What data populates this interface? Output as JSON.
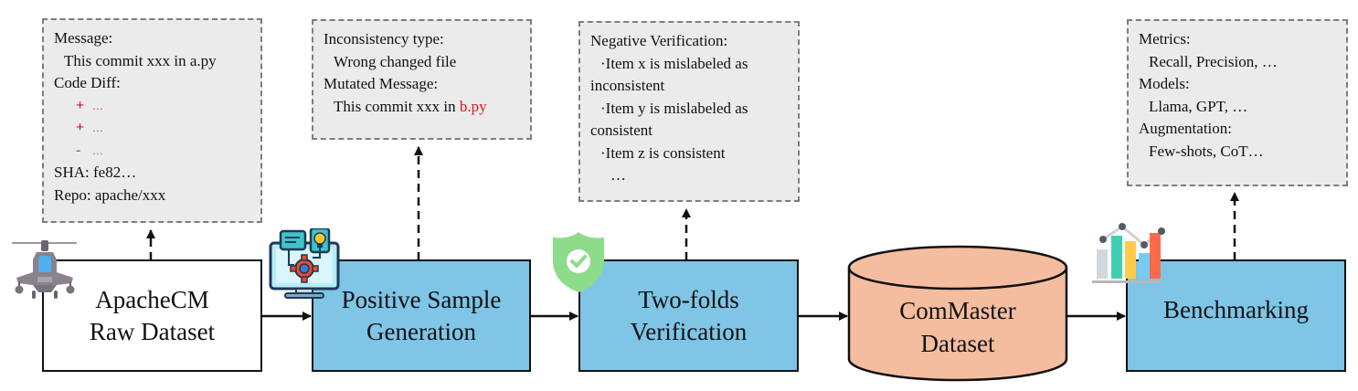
{
  "stages": [
    {
      "id": "raw",
      "lines": [
        "ApacheCM",
        "Raw Dataset"
      ],
      "icon": "helicopter-icon"
    },
    {
      "id": "positive",
      "lines": [
        "Positive Sample",
        "Generation"
      ],
      "icon": "computer-gear-idea-icon"
    },
    {
      "id": "verification",
      "lines": [
        "Two-folds",
        "Verification"
      ],
      "icon": "shield-check-icon"
    },
    {
      "id": "dataset",
      "lines": [
        "ComMaster",
        "Dataset"
      ],
      "icon": "database-cylinder"
    },
    {
      "id": "benchmark",
      "lines": [
        "Benchmarking"
      ],
      "icon": "bar-line-chart-icon"
    }
  ],
  "notes": {
    "raw": {
      "message_label": "Message:",
      "message_value": "This commit xxx in a.py",
      "diff_label": "Code Diff:",
      "diff_lines": [
        {
          "sign": "+",
          "text": "…",
          "kind": "added"
        },
        {
          "sign": "+",
          "text": "…",
          "kind": "added"
        },
        {
          "sign": "-",
          "text": "…",
          "kind": "removed"
        }
      ],
      "sha": "SHA: fe82…",
      "repo": "Repo: apache/xxx"
    },
    "positive": {
      "type_label": "Inconsistency type:",
      "type_value": "Wrong changed file",
      "mutated_label": "Mutated Message:",
      "mutated_prefix": "This commit xxx in ",
      "mutated_file": "b.py"
    },
    "verification": {
      "title": "Negative Verification:",
      "items": [
        {
          "first": "·Item x is mislabeled as",
          "wrap": "inconsistent"
        },
        {
          "first": "·Item y is mislabeled as",
          "wrap": "consistent"
        },
        {
          "first": "·Item z is consistent",
          "wrap": ""
        }
      ],
      "more": "…"
    },
    "benchmark": {
      "metrics_label": "Metrics:",
      "metrics_value": "Recall, Precision, …",
      "models_label": "Models:",
      "models_value": "Llama, GPT, …",
      "aug_label": "Augmentation:",
      "aug_value": "Few-shots, CoT…"
    }
  },
  "colors": {
    "stage_blue": "#7ec5e6",
    "cylinder_fill": "#f5bd9f",
    "note_bg": "#ebebeb",
    "note_border": "#7d7d7d",
    "diff_added": "#e8141b",
    "diff_removed": "#1fa36d",
    "highlight_red": "#e8141b"
  }
}
